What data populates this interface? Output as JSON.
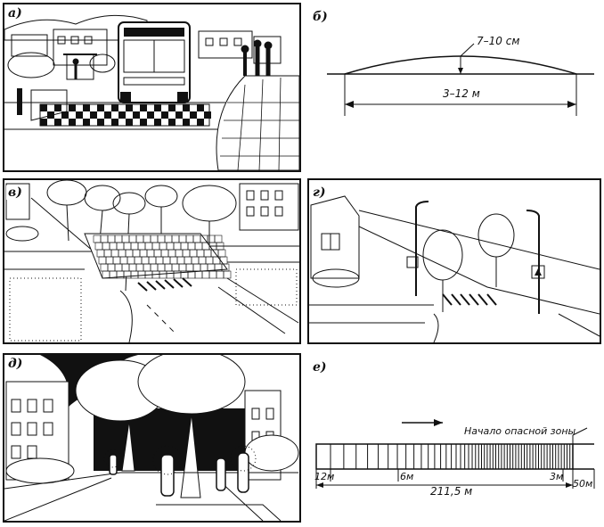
{
  "panels": {
    "a": {
      "label": "а)"
    },
    "b": {
      "label": "б)",
      "height_label": "7–10 см",
      "width_label": "3–12 м"
    },
    "v": {
      "label": "в)"
    },
    "g": {
      "label": "г)"
    },
    "d": {
      "label": "д)"
    },
    "e": {
      "label": "е)",
      "zone_label": "Начало опасной зоны",
      "ticks": {
        "m12": "12м",
        "m6": "6м",
        "m3": "3м",
        "m50": "50м",
        "total": "211,5 м"
      }
    }
  }
}
